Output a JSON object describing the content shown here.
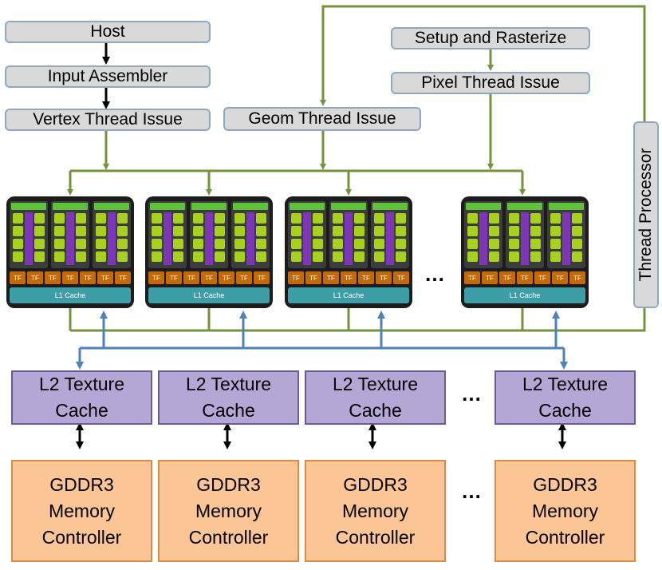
{
  "pipeline": {
    "host": "Host",
    "input_assembler": "Input Assembler",
    "vertex_thread_issue": "Vertex Thread Issue",
    "geom_thread_issue": "Geom Thread Issue",
    "setup_rasterize": "Setup and Rasterize",
    "pixel_thread_issue": "Pixel Thread Issue",
    "thread_processor": "Thread Processor"
  },
  "tpc": {
    "tf_label": "TF",
    "l1_label": "L1 Cache",
    "ellipsis": "…"
  },
  "memory": {
    "l2_lines": [
      "L2 Texture",
      "Cache"
    ],
    "gddr_lines": [
      "GDDR3",
      "Memory",
      "Controller"
    ],
    "ellipsis": "…"
  },
  "colors": {
    "control_line": "#76923c",
    "memory_line": "#4f81bd",
    "pipeline_box": "#d9d9d9",
    "l2_box": "#b4a7d6",
    "memory_box": "#fbc596"
  }
}
